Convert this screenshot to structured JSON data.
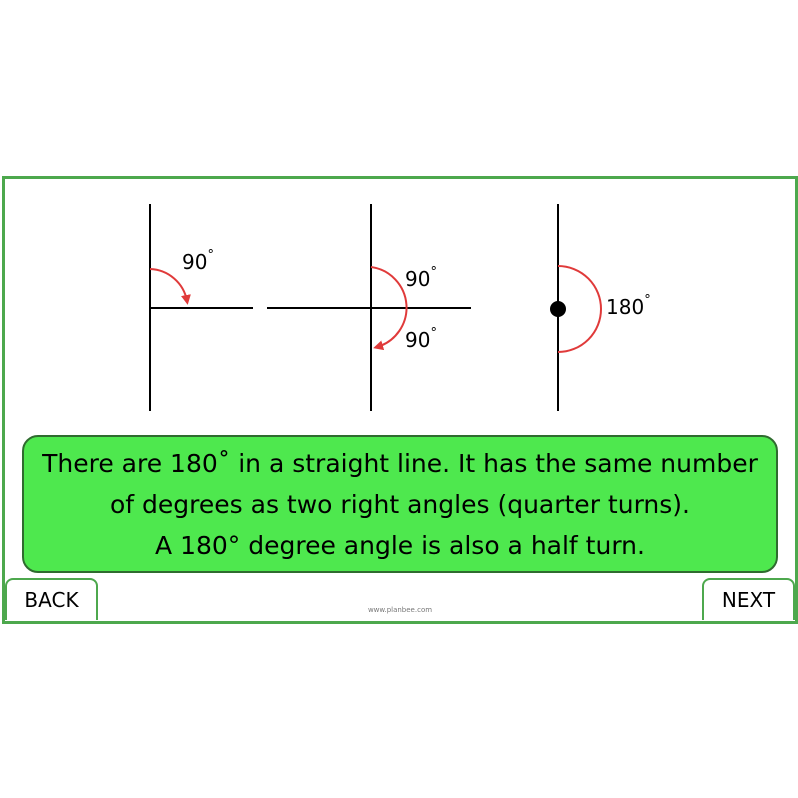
{
  "diagram": {
    "left": {
      "angle_label": "90",
      "degree_symbol": "°"
    },
    "middle": {
      "angle_label_top": "90",
      "angle_label_bottom": "90",
      "degree_symbol": "°"
    },
    "right": {
      "angle_label": "180",
      "degree_symbol": "°"
    }
  },
  "explanation": {
    "line1": "There are 180˚ in a straight line. It has the same number",
    "line2": "of degrees as two right angles (quarter turns).",
    "line3": "A 180° degree angle is also a half turn."
  },
  "nav": {
    "back_label": "BACK",
    "next_label": "NEXT"
  },
  "footer": {
    "credit": "www.planbee.com"
  },
  "colors": {
    "frame": "#4da84d",
    "textbox": "#4ee84e",
    "arc": "#e03a3a"
  }
}
